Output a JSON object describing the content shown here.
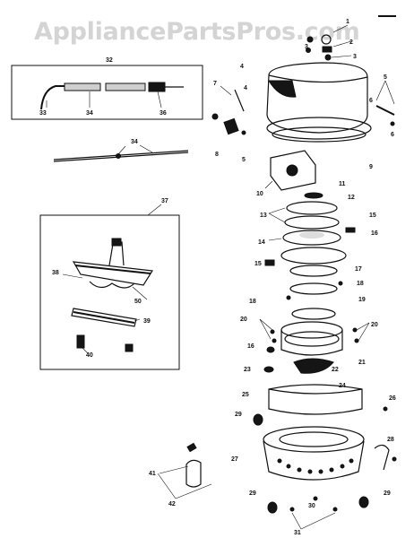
{
  "watermark": "AppliancePartsPros.com",
  "callouts": [
    {
      "id": "c1",
      "text": "1"
    },
    {
      "id": "c2",
      "text": "2"
    },
    {
      "id": "c3a",
      "text": "3"
    },
    {
      "id": "c3b",
      "text": "3"
    },
    {
      "id": "c4a",
      "text": "4"
    },
    {
      "id": "c4b",
      "text": "4"
    },
    {
      "id": "c5a",
      "text": "5"
    },
    {
      "id": "c5b",
      "text": "5"
    },
    {
      "id": "c6a",
      "text": "6"
    },
    {
      "id": "c6b",
      "text": "6"
    },
    {
      "id": "c7",
      "text": "7"
    },
    {
      "id": "c8",
      "text": "8"
    },
    {
      "id": "c9",
      "text": "9"
    },
    {
      "id": "c10",
      "text": "10"
    },
    {
      "id": "c11",
      "text": "11"
    },
    {
      "id": "c12",
      "text": "12"
    },
    {
      "id": "c13",
      "text": "13"
    },
    {
      "id": "c14",
      "text": "14"
    },
    {
      "id": "c15a",
      "text": "15"
    },
    {
      "id": "c15b",
      "text": "15"
    },
    {
      "id": "c16a",
      "text": "16"
    },
    {
      "id": "c16b",
      "text": "16"
    },
    {
      "id": "c17",
      "text": "17"
    },
    {
      "id": "c18a",
      "text": "18"
    },
    {
      "id": "c18b",
      "text": "18"
    },
    {
      "id": "c19",
      "text": "19"
    },
    {
      "id": "c20a",
      "text": "20"
    },
    {
      "id": "c20b",
      "text": "20"
    },
    {
      "id": "c21",
      "text": "21"
    },
    {
      "id": "c22",
      "text": "22"
    },
    {
      "id": "c23",
      "text": "23"
    },
    {
      "id": "c24",
      "text": "24"
    },
    {
      "id": "c25",
      "text": "25"
    },
    {
      "id": "c26",
      "text": "26"
    },
    {
      "id": "c27",
      "text": "27"
    },
    {
      "id": "c28",
      "text": "28"
    },
    {
      "id": "c29a",
      "text": "29"
    },
    {
      "id": "c29b",
      "text": "29"
    },
    {
      "id": "c29c",
      "text": "29"
    },
    {
      "id": "c30",
      "text": "30"
    },
    {
      "id": "c31",
      "text": "31"
    },
    {
      "id": "c32",
      "text": "32"
    },
    {
      "id": "c33",
      "text": "33"
    },
    {
      "id": "c34a",
      "text": "34"
    },
    {
      "id": "c34b",
      "text": "34"
    },
    {
      "id": "c36",
      "text": "36"
    },
    {
      "id": "c37",
      "text": "37"
    },
    {
      "id": "c38",
      "text": "38"
    },
    {
      "id": "c39",
      "text": "39"
    },
    {
      "id": "c40",
      "text": "40"
    },
    {
      "id": "c41",
      "text": "41"
    },
    {
      "id": "c42",
      "text": "42"
    },
    {
      "id": "c50",
      "text": "50"
    }
  ]
}
